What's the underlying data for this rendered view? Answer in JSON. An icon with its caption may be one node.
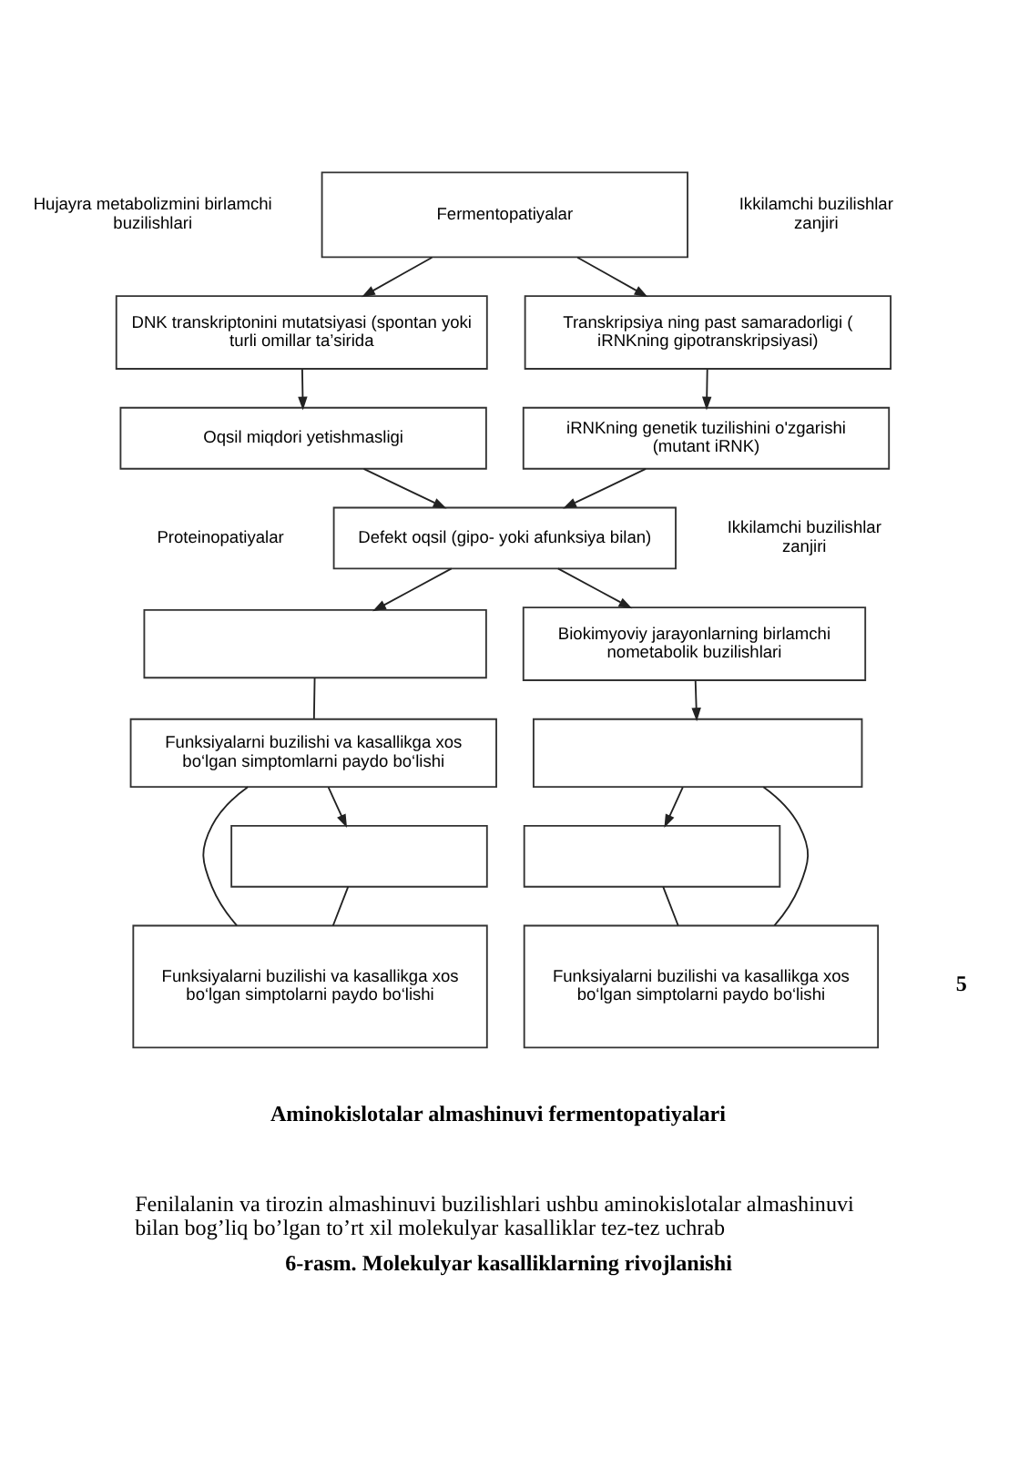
{
  "diagram": {
    "caption": "6-rasm. Molekulyar kasalliklarning rivojlanishi",
    "nodes": [
      {
        "text": [
          "Fermentopatiyalar"
        ]
      },
      {
        "text": [
          "DNK transkriptonini mutatsiyasi (spontan yoki turli omillar ta’sirida"
        ]
      },
      {
        "text": [
          "Transkripsiya ning past samaradorligi ( iRNKning gipotranskripsiyasi)"
        ]
      },
      {
        "text": [
          "Oqsil miqdori yetishmasligi"
        ]
      },
      {
        "text": [
          "iRNKning genetik tuzilishini o'zgarishi (mutant iRNK)"
        ]
      },
      {
        "text": [
          "Defekt oqsil (gipo- yoki afunksiya bilan)"
        ]
      },
      {
        "text": [],
        "shape": "box"
      },
      {
        "text": [
          "Biokimyoviy jarayonlarning birlamchi nometabolik buzilishlari"
        ]
      },
      {
        "text": [
          "Funksiyalarni buzilishi va kasallikga xos bo‘lgan simptomlarni paydo bo‘lishi"
        ]
      },
      {
        "text": [],
        "shape": "box"
      },
      {
        "text": [],
        "shape": "box"
      },
      {
        "text": [],
        "shape": "box"
      },
      {
        "text": [
          "Funksiyalarni buzilishi va kasallikga xos bo‘lgan simptolarni paydo bo‘lishi"
        ]
      },
      {
        "text": [
          "Funksiyalarni buzilishi va kasallikga xos bo‘lgan simptolarni paydo bo‘lishi"
        ]
      }
    ],
    "edges": [
      {
        "from": 0,
        "to": 1,
        "arrow": "to"
      },
      {
        "from": 0,
        "to": 2,
        "arrow": "to"
      },
      {
        "from": 1,
        "to": 3,
        "arrow": "to"
      },
      {
        "from": 2,
        "to": 4,
        "arrow": "to"
      },
      {
        "from": 3,
        "to": 5,
        "arrow": "to"
      },
      {
        "from": 4,
        "to": 5,
        "arrow": "to"
      },
      {
        "from": 5,
        "to": 6,
        "arrow": "to"
      },
      {
        "from": 5,
        "to": 7,
        "arrow": "to"
      },
      {
        "from": 6,
        "to": 8,
        "arrow": "none"
      },
      {
        "from": 7,
        "to": 9,
        "arrow": "to"
      },
      {
        "from": 8,
        "to": 10,
        "arrow": "to"
      },
      {
        "from": 8,
        "to": 12,
        "arrow": "none"
      },
      {
        "from": 10,
        "to": 12,
        "arrow": "none"
      },
      {
        "from": 9,
        "to": 11,
        "arrow": "to"
      },
      {
        "from": 9,
        "to": 13,
        "arrow": "none"
      },
      {
        "from": 11,
        "to": 13,
        "arrow": "none"
      }
    ],
    "labels": [
      "Hujayra metabolizmini birlamchi buzilishlari",
      "Ikkilamchi buzilishlar zanjiri",
      "Proteinopatiyalar",
      "Ikkilamchi buzilishlar zanjiri",
      "5",
      "Aminokislotalar almashinuvi fermentopatiyalari",
      "Fenilalanin va tirozin almashinuvi buzilishlari ushbu aminokislotalar almashinuvi bilan bog’liq bo’lgan to’rt xil molekulyar kasalliklar tez-tez uchrab"
    ]
  }
}
